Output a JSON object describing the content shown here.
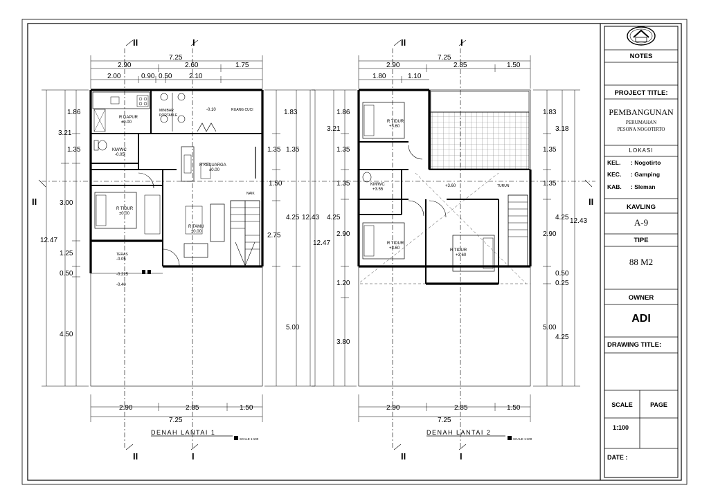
{
  "title_block": {
    "notes_label": "NOTES",
    "project_title_label": "PROJECT TITLE:",
    "project_name": "PEMBANGUNAN",
    "project_sub1": "PERUMAHAN",
    "project_sub2": "PESONA NOGOTIRTO",
    "location_label": "LOKASI",
    "location": [
      {
        "key": "KEL.",
        "value": ": Nogotirto"
      },
      {
        "key": "KEC.",
        "value": ": Gamping"
      },
      {
        "key": "KAB.",
        "value": ": Sleman"
      }
    ],
    "kavling_label": "KAVLING",
    "kavling_value": "A-9",
    "tipe_label": "TIPE",
    "tipe_value": "88 M2",
    "owner_label": "OWNER",
    "owner_value": "ADI",
    "drawing_title_label": "DRAWING TITLE:",
    "scale_label": "SCALE",
    "page_label": "PAGE",
    "scale_value": "1:100",
    "date_label": "DATE :"
  },
  "plan1": {
    "title": "DENAH LANTAI 1",
    "scale_note": "SCALE 1:100",
    "section_ii": "II",
    "section_i": "I",
    "dims_top": [
      "7.25",
      "2.90",
      "2.60",
      "1.75",
      "2.00",
      "0.90",
      "0.50",
      "2.10"
    ],
    "dims_bottom": [
      "2.90",
      "2.85",
      "1.50",
      "7.25"
    ],
    "dims_left": [
      "1.86",
      "3.21",
      "1.35",
      "3.00",
      "1.25",
      "0.50",
      "4.50",
      "12.47"
    ],
    "dims_right": [
      "1.83",
      "1.35",
      "1.35",
      "1.50",
      "4.25",
      "2.75",
      "5.00",
      "12.43"
    ],
    "rooms": {
      "dapur": "R DAPUR",
      "dapur_lvl": "±0.00",
      "minibar": "MINIBAR",
      "pantry": "PORTABLE",
      "ruang_cuci": "RUANG CUCI",
      "cuci_lvl": "-0.10",
      "kmwc": "KM/WC",
      "kmwc_lvl": "-0.05",
      "keluarga": "R KELUARGA",
      "keluarga_lvl": "±0.00",
      "tidur": "R TIDUR",
      "tidur_lvl": "±0.00",
      "tamu": "R TAMU",
      "tamu_lvl": "±0.00",
      "teras": "TERAS",
      "teras_lvl": "-0.05",
      "ext_lvl1": "-0.225",
      "ext_lvl2": "-0.40",
      "naik": "NAIK"
    }
  },
  "plan2": {
    "title": "DENAH LANTAI 2",
    "scale_note": "SCALE 1:100",
    "section_ii": "II",
    "section_i": "I",
    "dims_top": [
      "7.25",
      "2.90",
      "2.85",
      "1.50",
      "1.80",
      "1.10"
    ],
    "dims_bottom": [
      "2.90",
      "2.85",
      "1.50",
      "7.25"
    ],
    "dims_left": [
      "1.86",
      "3.21",
      "1.35",
      "1.35",
      "4.25",
      "2.90",
      "1.20",
      "3.80",
      "12.47"
    ],
    "dims_right": [
      "1.83",
      "3.18",
      "1.35",
      "1.35",
      "4.25",
      "2.90",
      "0.50",
      "0.25",
      "5.00",
      "4.25",
      "12.43"
    ],
    "rooms": {
      "tidur1": "R TIDUR",
      "tidur1_lvl": "+3.60",
      "kmwc": "KM/WC",
      "kmwc_lvl": "+3.55",
      "hall_lvl": "+3.60",
      "turun": "TURUN",
      "tidur2": "R TIDUR",
      "tidur2_lvl": "+3.60",
      "tidur3": "R TIDUR",
      "tidur3_lvl": "+3.60"
    }
  }
}
